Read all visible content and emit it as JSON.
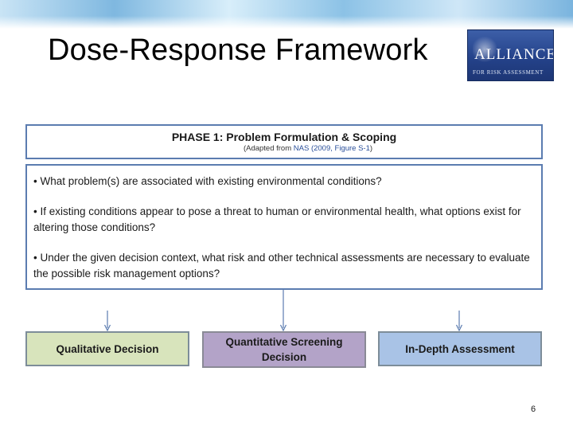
{
  "slide": {
    "title": "Dose-Response Framework",
    "page_number": "6"
  },
  "logo": {
    "word": "ALLIANCE",
    "subtitle": "FOR RISK ASSESSMENT"
  },
  "phase": {
    "title": "PHASE 1: Problem Formulation & Scoping",
    "adapted_prefix": "(Adapted from ",
    "adapted_ref": "NAS (2009, Figure S-1",
    "adapted_suffix": ")"
  },
  "questions": [
    "• What problem(s) are associated with existing environmental conditions?",
    "• If existing conditions appear to pose a threat to human or environmental health, what options exist for altering those conditions?",
    "• Under the given decision context, what risk and other technical assessments are necessary to evaluate the possible risk management options?"
  ],
  "outcomes": {
    "qualitative": "Qualitative Decision",
    "screening_line1": "Quantitative Screening",
    "screening_line2": "Decision",
    "in_depth": "In-Depth Assessment"
  },
  "colors": {
    "frame_border": "#5b7cb0",
    "qualitative_fill": "#d8e4bc",
    "screening_fill": "#b3a3c8",
    "in_depth_fill": "#a9c3e6",
    "logo_fill": "#24428a"
  },
  "icons": [
    "arrow-down-icon",
    "logo-starburst-icon"
  ]
}
